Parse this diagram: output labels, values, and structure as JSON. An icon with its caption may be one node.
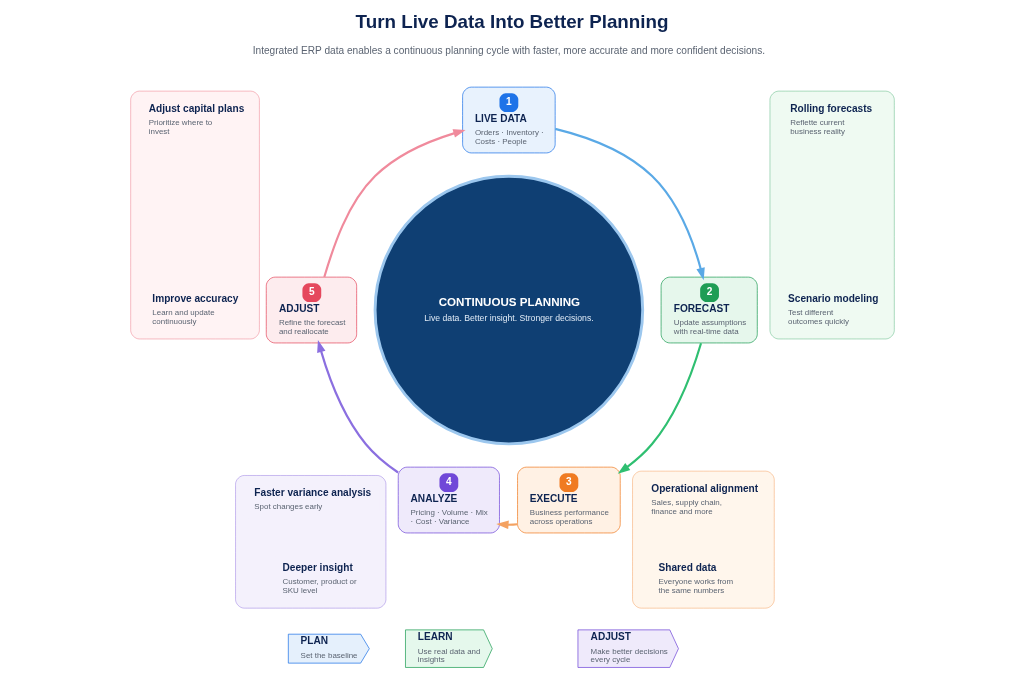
{
  "diagram": {
    "title": "Turn Live Data Into Better Planning",
    "nodes": [
      {
        "text": [
          "1",
          "LIVE DATA",
          "Orders · Inventory · Costs · People"
        ]
      },
      {
        "text": [
          "2",
          "FORECAST",
          "Update assumptions with real-time data"
        ]
      },
      {
        "text": [
          "3",
          "EXECUTE",
          "Business performance across operations"
        ]
      },
      {
        "text": [
          "4",
          "ANALYZE",
          "Pricing · Volume · Mix · Cost · Variance"
        ]
      },
      {
        "text": [
          "5",
          "ADJUST",
          "Refine the forecast and reallocate"
        ]
      },
      {
        "text": [
          "CONTINUOUS PLANNING",
          "Live data. Better insight. Stronger decisions."
        ]
      },
      {
        "text": [],
        "shape": "box"
      },
      {
        "text": [
          "Adjust capital plans",
          "Prioritize where to invest"
        ],
        "in": 6
      },
      {
        "text": [
          "Improve accuracy",
          "Learn and update continuously"
        ],
        "in": 6
      },
      {
        "text": [],
        "shape": "box"
      },
      {
        "text": [
          "Rolling forecasts",
          "Reflette current business reality"
        ],
        "in": 9
      },
      {
        "text": [
          "Scenario modeling",
          "Test different outcomes quickly"
        ],
        "in": 9
      },
      {
        "text": [],
        "shape": "box"
      },
      {
        "text": [
          "Faster variance analysis",
          "Spot changes early"
        ],
        "in": 12
      },
      {
        "text": [
          "Deeper insight",
          "Customer, product or SKU level"
        ],
        "in": 12
      },
      {
        "text": [],
        "shape": "box"
      },
      {
        "text": [
          "Operational alignment",
          "Sales, supply chain, finance and more"
        ],
        "in": 15
      },
      {
        "text": [
          "Shared data",
          "Everyone works from the same numbers"
        ],
        "in": 15
      },
      {
        "text": [
          "PLAN",
          "Set the baseline"
        ]
      },
      {
        "text": [
          "LEARN",
          "Use real data and insights"
        ]
      },
      {
        "text": [
          "ADJUST",
          "Make better decisions every cycle"
        ]
      }
    ],
    "edges": [
      {
        "from": 0,
        "to": 1,
        "arrow": "to",
        "color": "#5aa9e6"
      },
      {
        "from": 1,
        "to": 2,
        "arrow": "to",
        "color": "#2fbf71"
      },
      {
        "from": 2,
        "to": 3,
        "arrow": "to",
        "color": "#f4a261"
      },
      {
        "from": 3,
        "to": 4,
        "arrow": "to",
        "color": "#8b6fe0"
      },
      {
        "from": 4,
        "to": 0,
        "arrow": "to",
        "color": "#f08a9c"
      }
    ],
    "labels": [
      "Integrated ERP data enables a continuous planning cycle with faster, more accurate and more confident decisions."
    ]
  }
}
